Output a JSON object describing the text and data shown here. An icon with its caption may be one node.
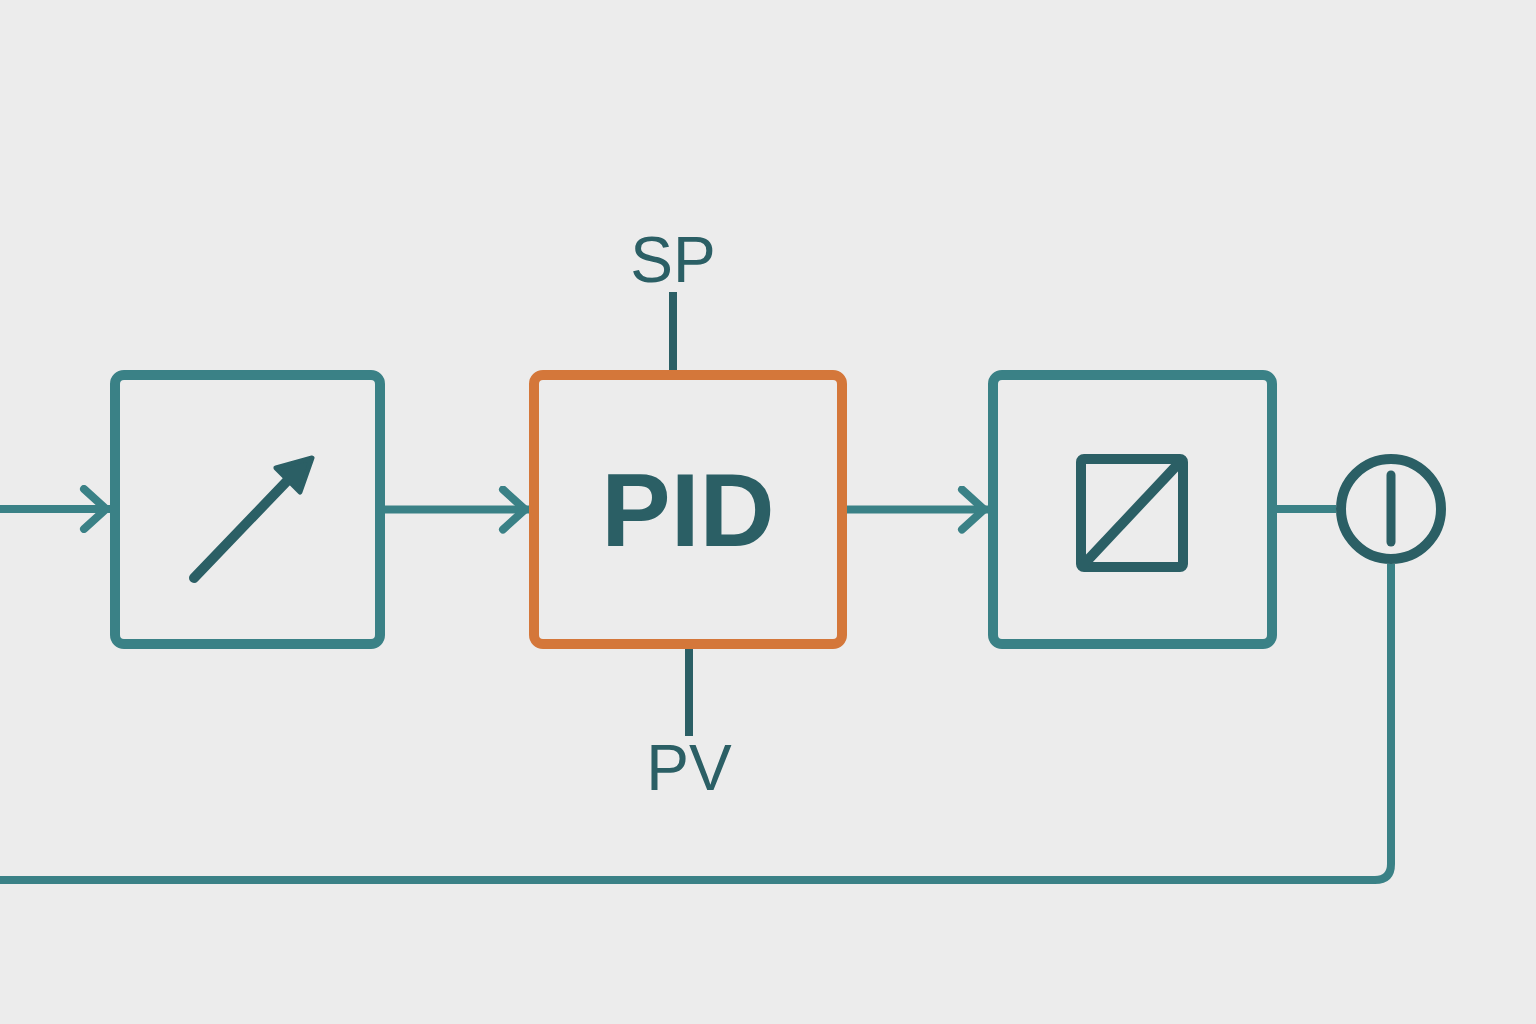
{
  "diagram": {
    "nodes": [
      {
        "text": [
          "SP"
        ]
      },
      {
        "text": [],
        "shape": "box"
      },
      {
        "text": [
          "PID"
        ]
      },
      {
        "text": [],
        "shape": "box"
      },
      {
        "text": [],
        "shape": "circle"
      },
      {
        "text": [
          "PV"
        ]
      }
    ],
    "edges": [
      {
        "from": null,
        "to": 1,
        "arrow": "to"
      },
      {
        "from": 1,
        "to": 2,
        "arrow": "to"
      },
      {
        "from": 2,
        "to": 3,
        "arrow": "to"
      },
      {
        "from": 3,
        "to": 4,
        "arrow": "none"
      },
      {
        "from": 4,
        "to": null,
        "arrow": "none"
      },
      {
        "from": 0,
        "to": 2,
        "arrow": "none",
        "color": "#2b5f65"
      },
      {
        "from": 2,
        "to": 5,
        "arrow": "none",
        "color": "#2b5f65"
      }
    ]
  }
}
